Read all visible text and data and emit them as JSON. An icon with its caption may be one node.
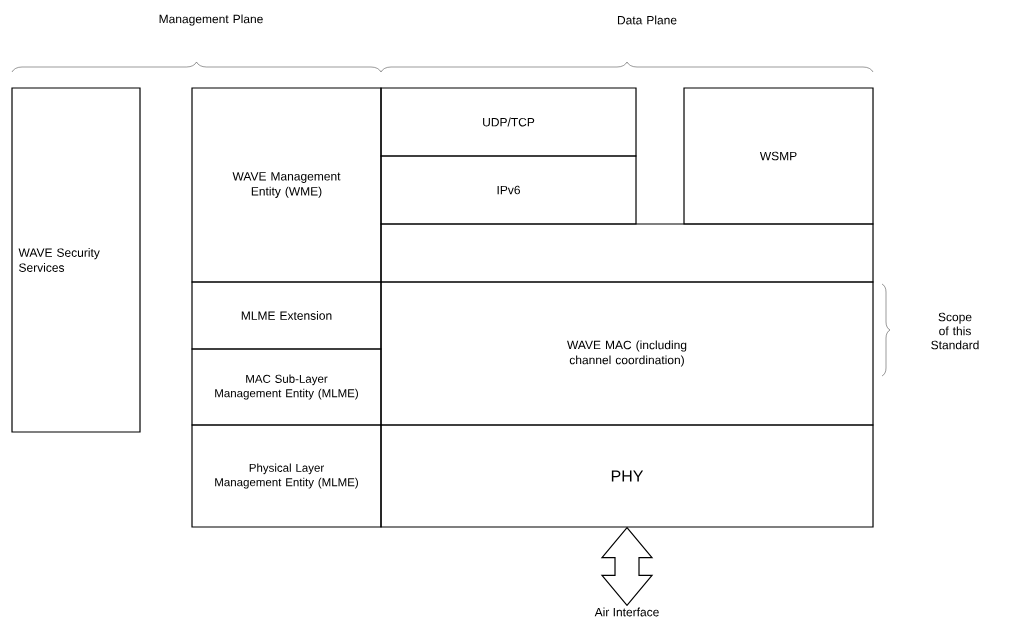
{
  "diagram": {
    "nodes": [
      {
        "text": [
          "WAVE Security Services"
        ]
      },
      {
        "text": [
          "WAVE Management Entity (WME)"
        ]
      },
      {
        "text": [
          "UDP/TCP"
        ]
      },
      {
        "text": [
          "IPv6"
        ]
      },
      {
        "text": [
          "WSMP"
        ]
      },
      {
        "text": [],
        "shape": "box"
      },
      {
        "text": [
          "MLME Extension"
        ]
      },
      {
        "text": [
          "MAC Sub-Layer Management Entity (MLME)"
        ]
      },
      {
        "text": [
          "WAVE MAC (including channel coordination)"
        ]
      },
      {
        "text": [
          "Physical Layer Management Entity (MLME)"
        ]
      },
      {
        "text": [
          "PHY"
        ]
      },
      {
        "text": [
          "Air Interface"
        ]
      }
    ],
    "edges": [
      {
        "from": 10,
        "to": 11,
        "arrow": "both"
      }
    ],
    "labels": [
      "Management Plane",
      "Data Plane",
      "Scope of this Standard"
    ]
  }
}
